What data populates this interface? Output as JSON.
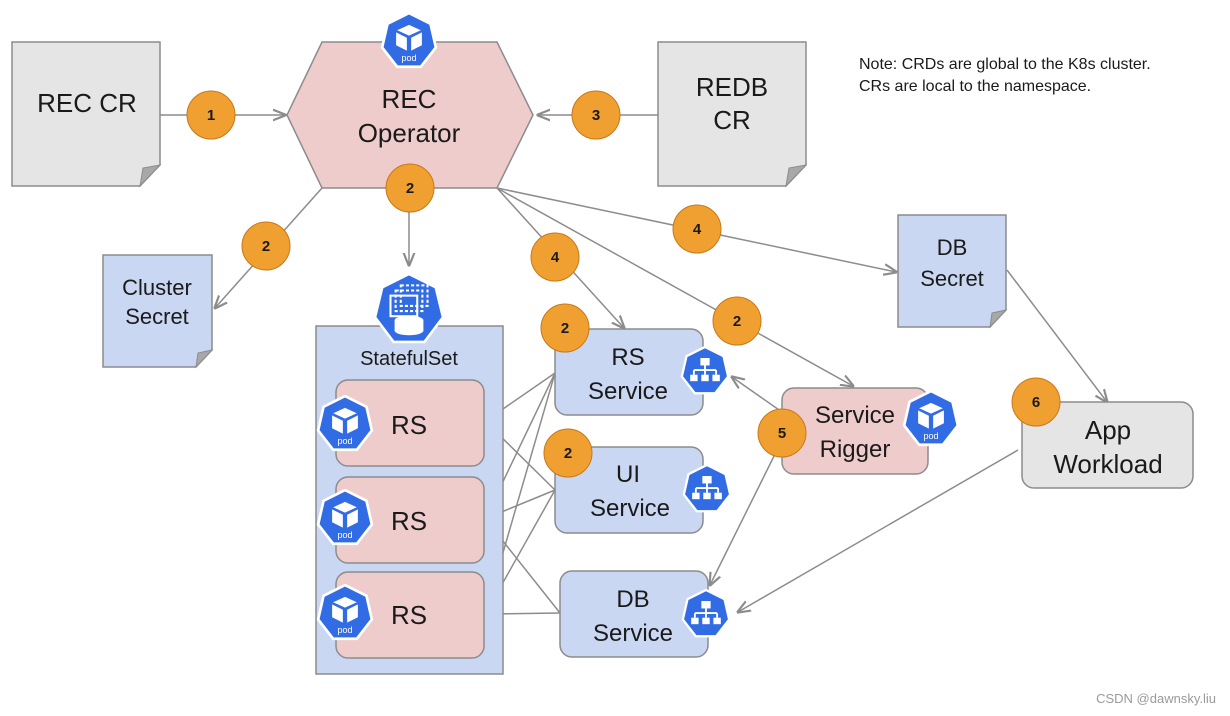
{
  "nodes": {
    "rec_cr": "REC CR",
    "rec_operator": [
      "REC",
      "Operator"
    ],
    "redb_cr": [
      "REDB",
      "CR"
    ],
    "cluster_secret": [
      "Cluster",
      "Secret"
    ],
    "db_secret": [
      "DB",
      "Secret"
    ],
    "statefulset": "StatefulSet",
    "rs_pods": [
      "RS",
      "RS",
      "RS"
    ],
    "rs_service": [
      "RS",
      "Service"
    ],
    "ui_service": [
      "UI",
      "Service"
    ],
    "db_service": [
      "DB",
      "Service"
    ],
    "service_rigger": [
      "Service",
      "Rigger"
    ],
    "app_workload": [
      "App",
      "Workload"
    ]
  },
  "pod_badge": "pod",
  "note": [
    "Note: CRDs are global to the K8s cluster.",
    "CRs are local to the namespace."
  ],
  "steps": {
    "rec_cr_to_operator": "1",
    "operator_to_statefulset": "2",
    "redb_cr_to_operator": "3",
    "operator_to_cluster_secret": "2",
    "operator_to_rs_service": "4",
    "operator_to_service_rigger": "2",
    "operator_to_db_secret": "4",
    "rs_service": "2",
    "ui_service": "2",
    "service_rigger": "5",
    "app_workload": "6"
  },
  "watermark": "CSDN @dawnsky.liu",
  "colors": {
    "cr_doc": "#e5e5e5",
    "secret_doc": "#c9d7f2",
    "operator": "#efcccc",
    "service": "#c9d7f2",
    "app": "#e5e5e5",
    "step_badge": "#f0a030",
    "k8s_blue": "#326ce5"
  },
  "icons": [
    "pod-icon",
    "statefulset-icon",
    "service-icon"
  ]
}
